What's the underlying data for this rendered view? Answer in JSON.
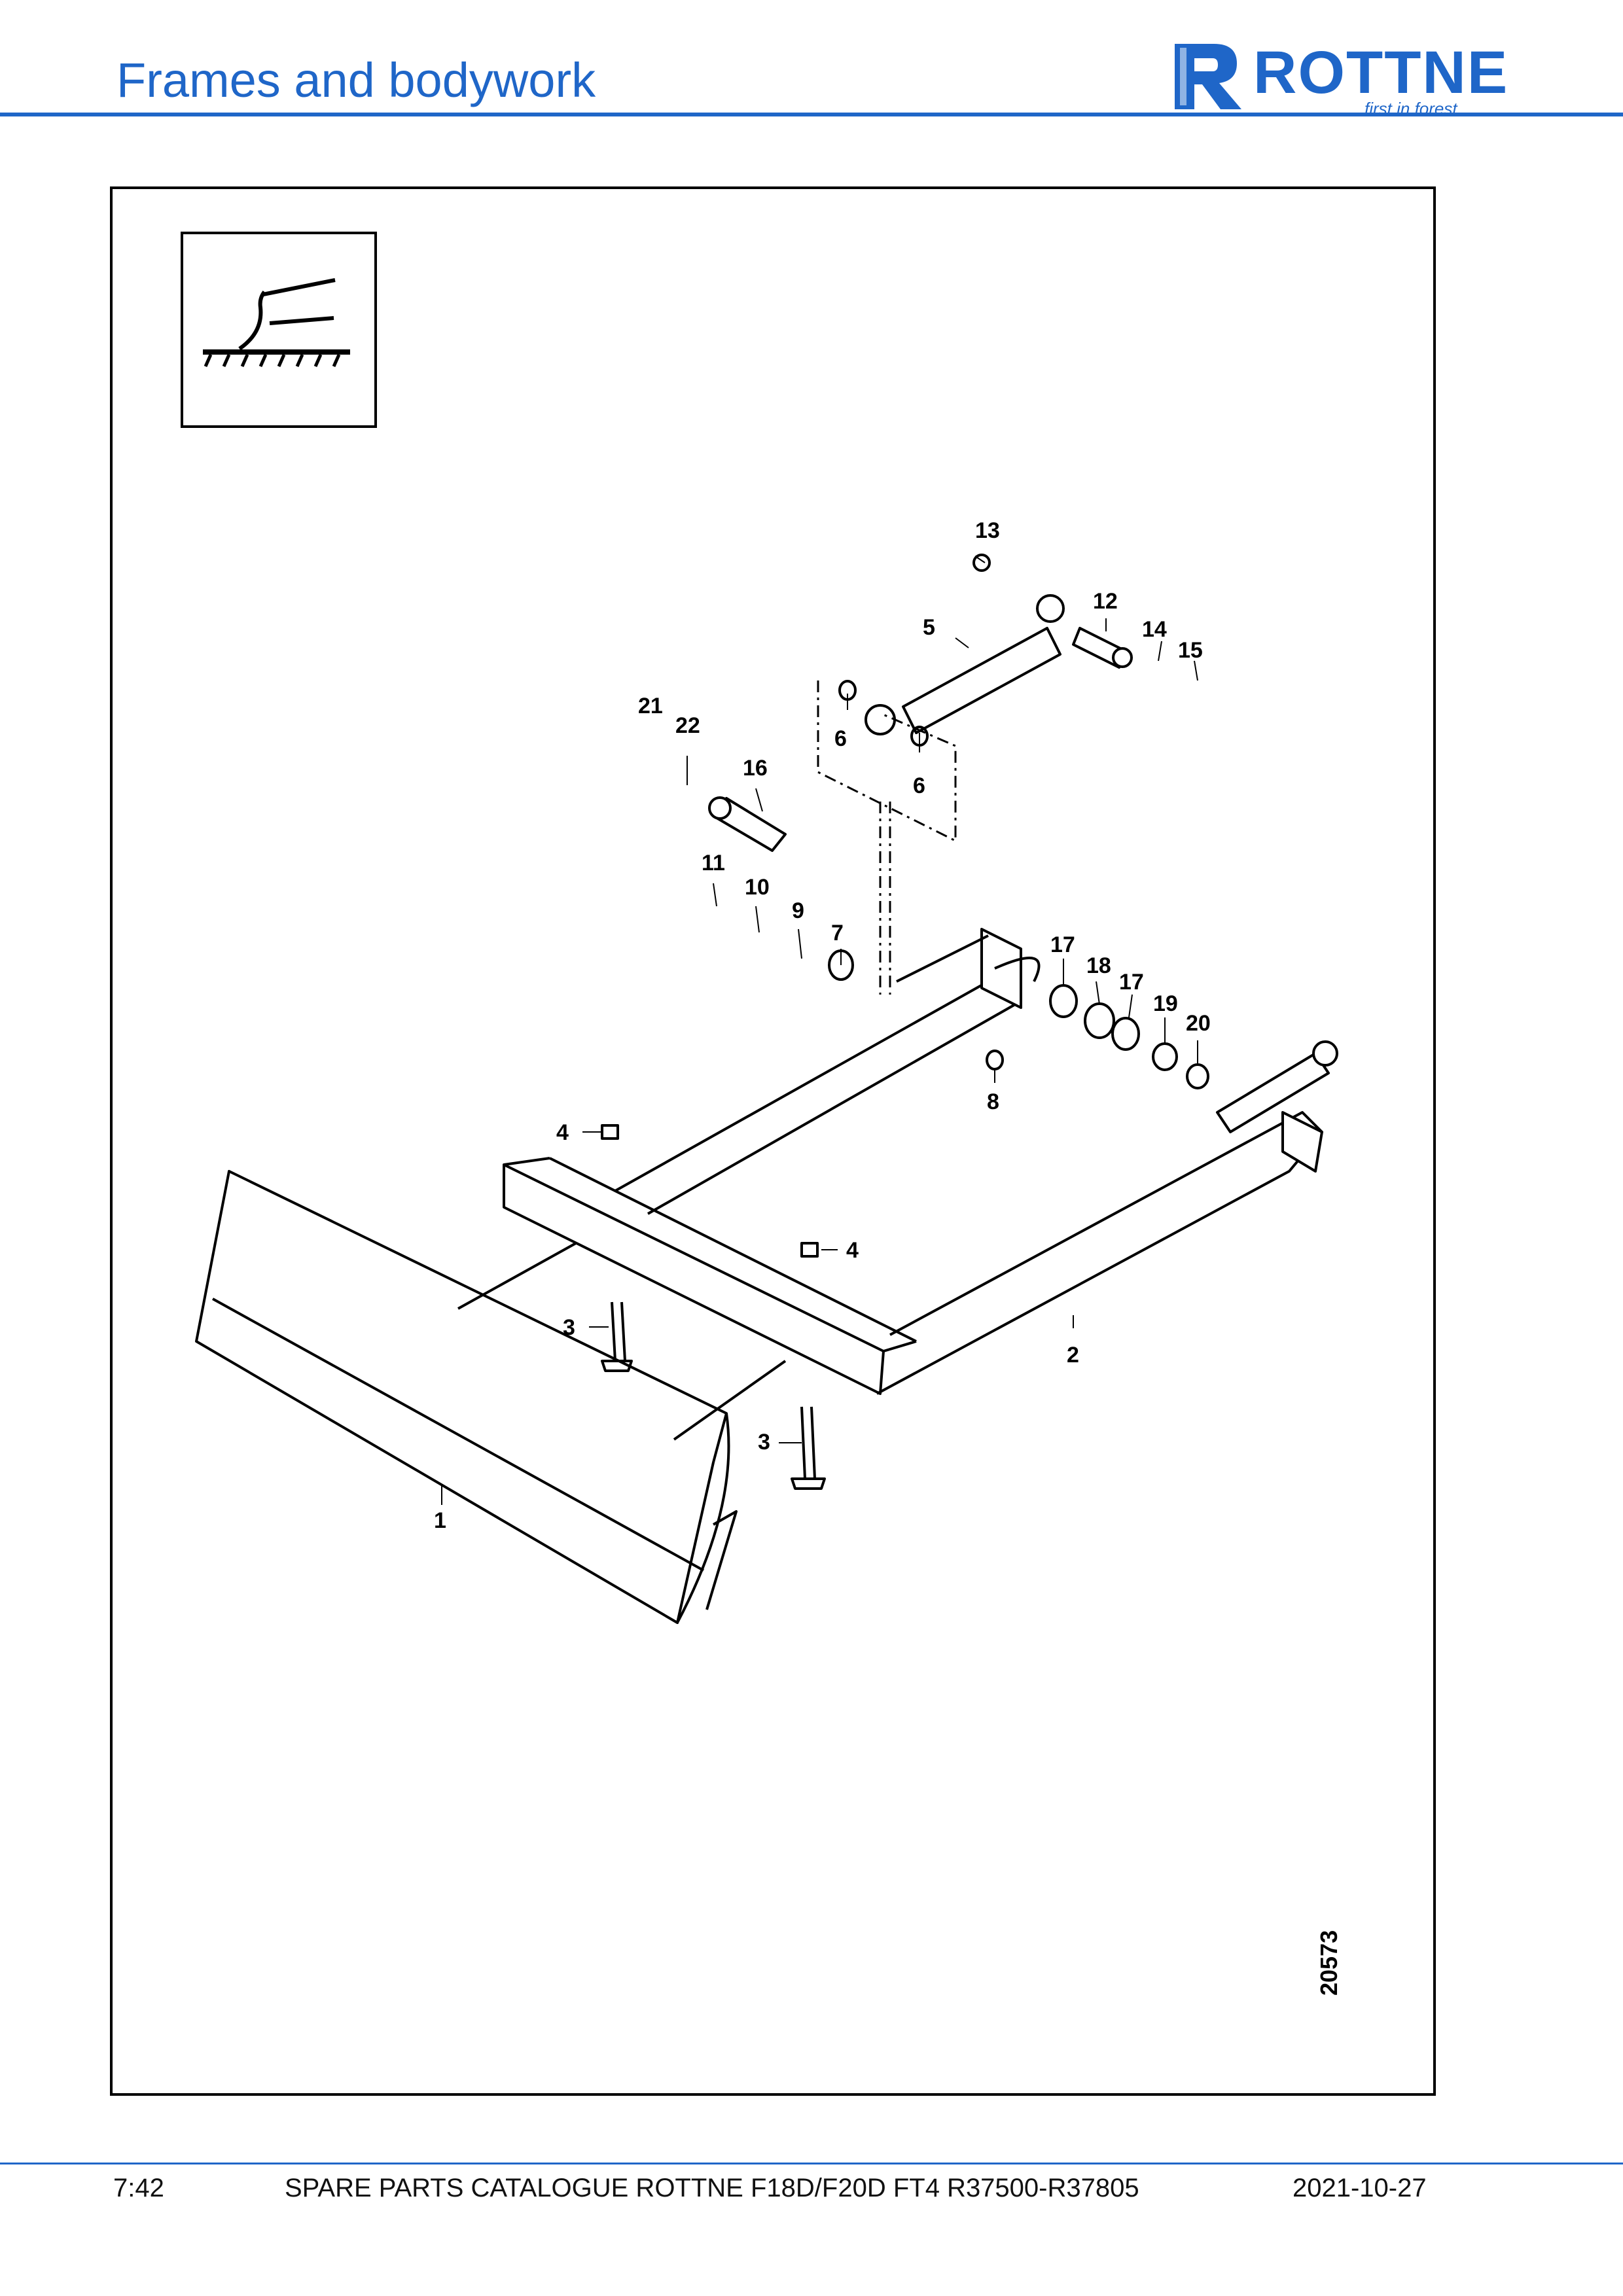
{
  "header": {
    "section_title": "Frames and bodywork",
    "logo": {
      "name": "ROTTNE",
      "tagline": "first in forest",
      "brand_color": "#1f66c8"
    }
  },
  "diagram": {
    "figure_number": "20573",
    "symbol_icon": "dozer-blade-icon",
    "callouts": [
      "1",
      "2",
      "3",
      "3",
      "4",
      "4",
      "5",
      "6",
      "6",
      "7",
      "8",
      "9",
      "10",
      "11",
      "12",
      "13",
      "14",
      "15",
      "16",
      "17",
      "17",
      "18",
      "19",
      "20",
      "21",
      "22"
    ]
  },
  "footer": {
    "page": "7:42",
    "catalogue": "SPARE PARTS CATALOGUE ROTTNE F18D/F20D FT4 R37500-R37805",
    "date": "2021-10-27"
  }
}
